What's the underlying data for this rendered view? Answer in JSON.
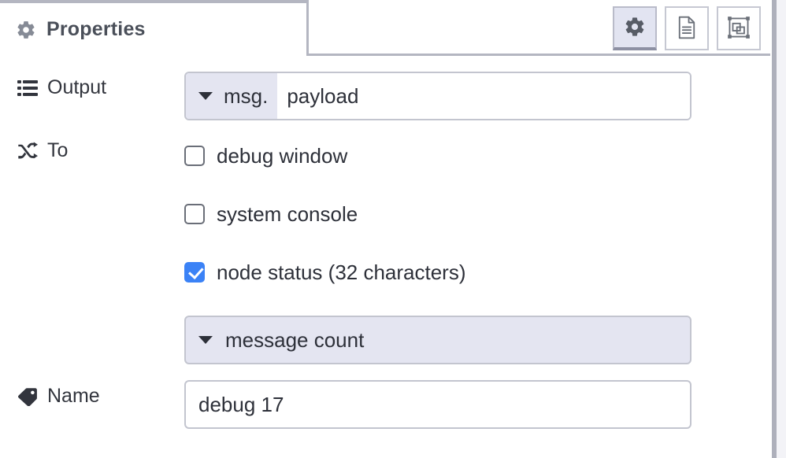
{
  "panel": {
    "tab": {
      "label": "Properties",
      "icon": "gear-icon"
    },
    "buttons": [
      {
        "name": "properties-tab-button",
        "icon": "gear-icon",
        "active": true
      },
      {
        "name": "description-tab-button",
        "icon": "document-icon",
        "active": false
      },
      {
        "name": "appearance-tab-button",
        "icon": "appearance-icon",
        "active": false
      }
    ]
  },
  "form": {
    "output": {
      "label": "Output",
      "icon": "list-icon",
      "typed_input": {
        "prefix": "msg.",
        "value": "payload",
        "caret": "chevron-down-icon"
      }
    },
    "to": {
      "label": "To",
      "icon": "shuffle-icon",
      "checkboxes": [
        {
          "label": "debug window",
          "checked": false,
          "name": "checkbox-debug-window"
        },
        {
          "label": "system console",
          "checked": false,
          "name": "checkbox-system-console"
        },
        {
          "label": "node status (32 characters)",
          "checked": true,
          "name": "checkbox-node-status"
        }
      ],
      "status_select": {
        "value": "message count",
        "caret": "chevron-down-icon"
      }
    },
    "name": {
      "label": "Name",
      "icon": "tag-icon",
      "value": "debug 17",
      "placeholder": "Name"
    }
  },
  "colors": {
    "accent_checked": "#3b82f6",
    "field_prefix_bg": "#e4e5f1",
    "border": "#c3c5cf",
    "text": "#2d3039"
  }
}
